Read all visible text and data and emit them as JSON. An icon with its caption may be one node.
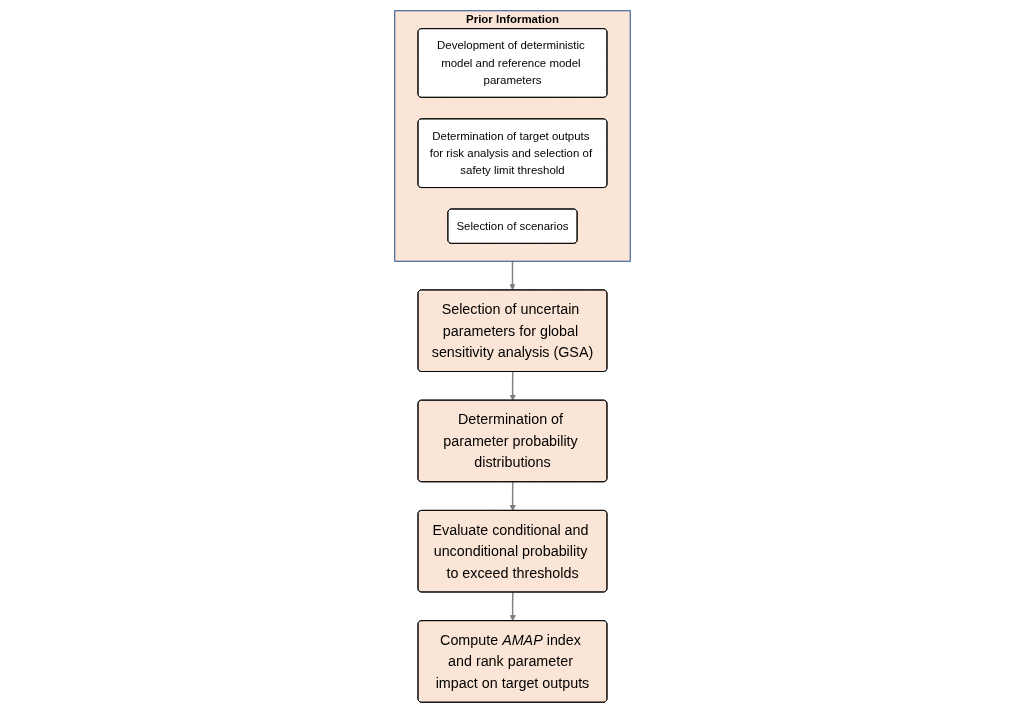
{
  "diagram": {
    "nodes": [
      {
        "text": [
          "Prior Information"
        ]
      },
      {
        "text": [
          "Development of deterministic model and reference model parameters"
        ],
        "in": 0
      },
      {
        "text": [
          "Determination of target outputs for risk analysis and selection of safety limit threshold"
        ],
        "in": 0
      },
      {
        "text": [
          "Selection of scenarios"
        ],
        "in": 0
      },
      {
        "text": [
          "Selection of uncertain parameters for global sensitivity analysis (GSA)"
        ]
      },
      {
        "text": [
          "Determination of parameter probability distributions"
        ]
      },
      {
        "text": [
          "Evaluate conditional and unconditional probability to exceed thresholds"
        ]
      },
      {
        "text": [
          "Compute *AMAP* index and rank parameter impact on target outputs"
        ]
      }
    ],
    "edges": [
      {
        "from": 0,
        "to": 4,
        "arrow": "to"
      },
      {
        "from": 4,
        "to": 5,
        "arrow": "to"
      },
      {
        "from": 5,
        "to": 6,
        "arrow": "to"
      },
      {
        "from": 6,
        "to": 7,
        "arrow": "to"
      }
    ]
  }
}
